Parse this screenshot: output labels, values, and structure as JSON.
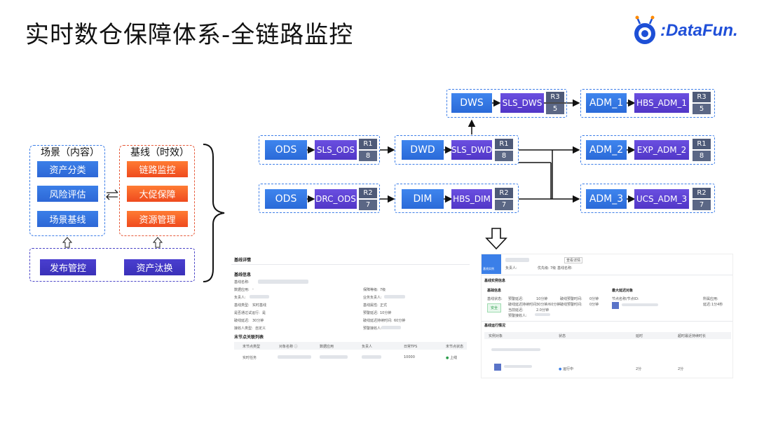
{
  "title": "实时数仓保障体系-全链路监控",
  "logo": {
    "text": ":DataFun."
  },
  "scene_panel": {
    "title": "场景（内容）",
    "items": [
      "资产分类",
      "风险评估",
      "场景基线"
    ]
  },
  "baseline_panel": {
    "title": "基线（时效）",
    "items": [
      "链路监控",
      "大促保障",
      "资源管理"
    ]
  },
  "bottom_panel": {
    "items": [
      "发布管控",
      "资产汰换"
    ]
  },
  "flow": {
    "dws": {
      "main": "DWS",
      "sub": "SLS_DWS",
      "r": "R3",
      "n": "5"
    },
    "ods1": {
      "main": "ODS",
      "sub": "SLS_ODS",
      "r": "R1",
      "n": "8"
    },
    "dwd": {
      "main": "DWD",
      "sub": "SLS_DWD",
      "r": "R1",
      "n": "8"
    },
    "ods2": {
      "main": "ODS",
      "sub": "DRC_ODS",
      "r": "R2",
      "n": "7"
    },
    "dim": {
      "main": "DIM",
      "sub": "HBS_DIM",
      "r": "R2",
      "n": "7"
    },
    "adm1": {
      "main": "ADM_1",
      "sub": "HBS_ADM_1",
      "r": "R3",
      "n": "5"
    },
    "adm2": {
      "main": "ADM_2",
      "sub": "EXP_ADM_2",
      "r": "R1",
      "n": "8"
    },
    "adm3": {
      "main": "ADM_3",
      "sub": "UCS_ADM_3",
      "r": "R2",
      "n": "7"
    }
  },
  "detail_left": {
    "title": "基线详情",
    "section": "基线信息",
    "rows_left": [
      [
        "基线名称:",
        ""
      ],
      [
        "数据应用:",
        "-"
      ],
      [
        "负责人:",
        ""
      ],
      [
        "基线类型:",
        "实时基线"
      ],
      [
        "是否通过试运行:",
        "是"
      ],
      [
        "破线延迟:",
        "30分钟"
      ],
      [
        "接收人类型:",
        "自定义"
      ]
    ],
    "rows_right": [
      [
        "保障等级:",
        "7级"
      ],
      [
        "业务负责人:",
        ""
      ],
      [
        "基线属性:",
        "正式"
      ],
      [
        "预警延迟:",
        "10分钟"
      ],
      [
        "破线延迟持续时间:",
        "60分钟"
      ],
      [
        "预警接收人:",
        ""
      ]
    ],
    "table_title": "末节点关联列表",
    "headers": [
      "末节点类型",
      "对象名称 ⓘ",
      "数据应用",
      "负责人",
      "日常TPS",
      "末节点状态"
    ],
    "row": [
      "实时任务",
      "",
      "",
      "",
      "10000",
      "上线"
    ]
  },
  "detail_right": {
    "tab": "基线实例",
    "btn": "查看详情",
    "meta": [
      "负责人:",
      "优先级:",
      "7级",
      "基线名称:"
    ],
    "sec1": "基线实例信息",
    "sub1": "基础信息",
    "sub2": "最大延迟对象",
    "status_label": "基线状态:",
    "status": "安全",
    "fields": [
      [
        "预警延迟:",
        "10分钟"
      ],
      [
        "破线延迟持续时间:",
        "30分钟/60分钟"
      ],
      [
        "当前延迟:",
        "2.0分钟"
      ],
      [
        "预警接收人:",
        ""
      ]
    ],
    "fields2": [
      [
        "破线预警时间:",
        "0分钟"
      ],
      [
        "破线预警时间:",
        "0分钟"
      ]
    ],
    "obj_label": "节点名称/节点ID:",
    "right_fields": [
      [
        "所属应用:",
        ""
      ],
      [
        "延迟:",
        "1分4秒"
      ]
    ],
    "sec2": "基线运行情况",
    "headers": [
      "实例对象",
      "状态",
      "延时",
      "超时最近持续时长"
    ],
    "status_run": "运行中",
    "v1": "2分",
    "v2": "2分"
  }
}
